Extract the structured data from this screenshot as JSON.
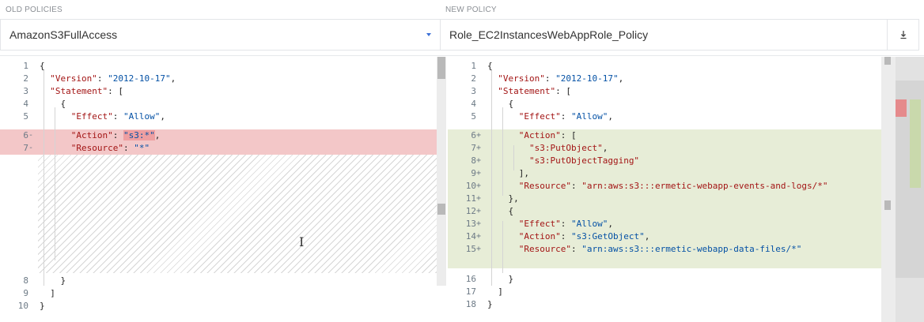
{
  "old_panel": {
    "section_label": "OLD POLICIES",
    "selected_policy": "AmazonS3FullAccess",
    "lines": [
      {
        "n": "1",
        "mark": "",
        "tokens": [
          {
            "t": "{",
            "c": "p"
          }
        ]
      },
      {
        "n": "2",
        "mark": "",
        "tokens": [
          {
            "t": "  ",
            "c": "p"
          },
          {
            "t": "\"Version\"",
            "c": "k"
          },
          {
            "t": ": ",
            "c": "p"
          },
          {
            "t": "\"2012-10-17\"",
            "c": "v"
          },
          {
            "t": ",",
            "c": "p"
          }
        ]
      },
      {
        "n": "3",
        "mark": "",
        "tokens": [
          {
            "t": "  ",
            "c": "p"
          },
          {
            "t": "\"Statement\"",
            "c": "k"
          },
          {
            "t": ": [",
            "c": "p"
          }
        ]
      },
      {
        "n": "4",
        "mark": "",
        "tokens": [
          {
            "t": "    {",
            "c": "p"
          }
        ]
      },
      {
        "n": "5",
        "mark": "",
        "tokens": [
          {
            "t": "      ",
            "c": "p"
          },
          {
            "t": "\"Effect\"",
            "c": "k"
          },
          {
            "t": ": ",
            "c": "p"
          },
          {
            "t": "\"Allow\"",
            "c": "v"
          },
          {
            "t": ",",
            "c": "p"
          }
        ]
      },
      {
        "n": "6",
        "mark": "-",
        "tokens": [
          {
            "t": "      ",
            "c": "p"
          },
          {
            "t": "\"Action\"",
            "c": "k"
          },
          {
            "t": ": ",
            "c": "p"
          },
          {
            "t": "\"s3:*\"",
            "c": "v"
          },
          {
            "t": ",",
            "c": "p"
          }
        ]
      },
      {
        "n": "7",
        "mark": "-",
        "tokens": [
          {
            "t": "      ",
            "c": "p"
          },
          {
            "t": "\"Resource\"",
            "c": "k"
          },
          {
            "t": ": ",
            "c": "p"
          },
          {
            "t": "\"*\"",
            "c": "v"
          }
        ]
      },
      {
        "n": "8",
        "mark": "",
        "tokens": [
          {
            "t": "    }",
            "c": "p"
          }
        ]
      },
      {
        "n": "9",
        "mark": "",
        "tokens": [
          {
            "t": "  ]",
            "c": "p"
          }
        ]
      },
      {
        "n": "10",
        "mark": "",
        "tokens": [
          {
            "t": "}",
            "c": "p"
          }
        ]
      }
    ]
  },
  "new_panel": {
    "section_label": "NEW POLICY",
    "selected_policy": "Role_EC2InstancesWebAppRole_Policy",
    "download_icon": "download-icon",
    "lines": [
      {
        "n": "1",
        "mark": "",
        "tokens": [
          {
            "t": "{",
            "c": "p"
          }
        ]
      },
      {
        "n": "2",
        "mark": "",
        "tokens": [
          {
            "t": "  ",
            "c": "p"
          },
          {
            "t": "\"Version\"",
            "c": "k"
          },
          {
            "t": ": ",
            "c": "p"
          },
          {
            "t": "\"2012-10-17\"",
            "c": "v"
          },
          {
            "t": ",",
            "c": "p"
          }
        ]
      },
      {
        "n": "3",
        "mark": "",
        "tokens": [
          {
            "t": "  ",
            "c": "p"
          },
          {
            "t": "\"Statement\"",
            "c": "k"
          },
          {
            "t": ": [",
            "c": "p"
          }
        ]
      },
      {
        "n": "4",
        "mark": "",
        "tokens": [
          {
            "t": "    {",
            "c": "p"
          }
        ]
      },
      {
        "n": "5",
        "mark": "",
        "tokens": [
          {
            "t": "      ",
            "c": "p"
          },
          {
            "t": "\"Effect\"",
            "c": "k"
          },
          {
            "t": ": ",
            "c": "p"
          },
          {
            "t": "\"Allow\"",
            "c": "v"
          },
          {
            "t": ",",
            "c": "p"
          }
        ]
      },
      {
        "n": "6",
        "mark": "+",
        "tokens": [
          {
            "t": "      ",
            "c": "p"
          },
          {
            "t": "\"Action\"",
            "c": "k"
          },
          {
            "t": ": [",
            "c": "p"
          }
        ]
      },
      {
        "n": "7",
        "mark": "+",
        "tokens": [
          {
            "t": "        ",
            "c": "p"
          },
          {
            "t": "\"s3:PutObject\"",
            "c": "k"
          },
          {
            "t": ",",
            "c": "p"
          }
        ]
      },
      {
        "n": "8",
        "mark": "+",
        "tokens": [
          {
            "t": "        ",
            "c": "p"
          },
          {
            "t": "\"s3:PutObjectTagging\"",
            "c": "k"
          }
        ]
      },
      {
        "n": "9",
        "mark": "+",
        "tokens": [
          {
            "t": "      ],",
            "c": "p"
          }
        ]
      },
      {
        "n": "10",
        "mark": "+",
        "tokens": [
          {
            "t": "      ",
            "c": "p"
          },
          {
            "t": "\"Resource\"",
            "c": "k"
          },
          {
            "t": ": ",
            "c": "p"
          },
          {
            "t": "\"arn:aws:s3:::ermetic-webapp-events-and-logs/*\"",
            "c": "k"
          }
        ]
      },
      {
        "n": "11",
        "mark": "+",
        "tokens": [
          {
            "t": "    },",
            "c": "p"
          }
        ]
      },
      {
        "n": "12",
        "mark": "+",
        "tokens": [
          {
            "t": "    {",
            "c": "p"
          }
        ]
      },
      {
        "n": "13",
        "mark": "+",
        "tokens": [
          {
            "t": "      ",
            "c": "p"
          },
          {
            "t": "\"Effect\"",
            "c": "k"
          },
          {
            "t": ": ",
            "c": "p"
          },
          {
            "t": "\"Allow\"",
            "c": "v"
          },
          {
            "t": ",",
            "c": "p"
          }
        ]
      },
      {
        "n": "14",
        "mark": "+",
        "tokens": [
          {
            "t": "      ",
            "c": "p"
          },
          {
            "t": "\"Action\"",
            "c": "k"
          },
          {
            "t": ": ",
            "c": "p"
          },
          {
            "t": "\"s3:GetObject\"",
            "c": "v"
          },
          {
            "t": ",",
            "c": "p"
          }
        ]
      },
      {
        "n": "15",
        "mark": "+",
        "tokens": [
          {
            "t": "      ",
            "c": "p"
          },
          {
            "t": "\"Resource\"",
            "c": "k"
          },
          {
            "t": ": ",
            "c": "p"
          },
          {
            "t": "\"arn:aws:s3:::ermetic-webapp-data-files/*\"",
            "c": "v"
          }
        ]
      },
      {
        "n": "16",
        "mark": "",
        "tokens": [
          {
            "t": "    }",
            "c": "p"
          }
        ]
      },
      {
        "n": "17",
        "mark": "",
        "tokens": [
          {
            "t": "  ]",
            "c": "p"
          }
        ]
      },
      {
        "n": "18",
        "mark": "",
        "tokens": [
          {
            "t": "}",
            "c": "p"
          }
        ]
      }
    ]
  },
  "colors": {
    "removed_line_bg": "#f3c7c8",
    "added_line_bg": "#e7edd7",
    "json_key": "#a31515",
    "json_value": "#0451a5",
    "dropdown_caret": "#3b6fd6"
  },
  "cursor_icon": "text-cursor-icon"
}
